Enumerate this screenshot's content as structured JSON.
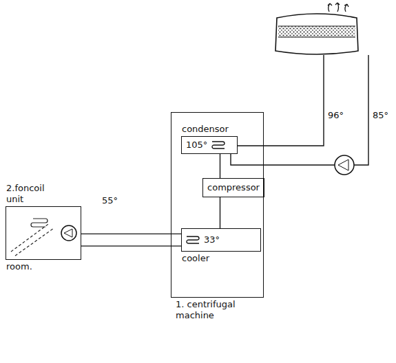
{
  "diagram": {
    "nodes": [
      {
        "text": [
          "1. centrifugal machine"
        ]
      },
      {
        "text": [
          "condensor",
          "105°"
        ],
        "in": 0
      },
      {
        "text": [
          "compressor"
        ],
        "in": 0
      },
      {
        "text": [
          "33°",
          "cooler"
        ],
        "in": 0
      },
      {
        "text": [
          "2.foncoil unit",
          "room."
        ]
      }
    ],
    "edges": [
      {
        "from": 1,
        "to": 2,
        "arrow": "none"
      },
      {
        "from": 2,
        "to": 3,
        "arrow": "none"
      },
      {
        "from": 3,
        "to": 4,
        "arrow": "none"
      },
      {
        "from": 3,
        "to": 4,
        "arrow": "none"
      }
    ],
    "labels": [
      "96°",
      "85°",
      "55°"
    ]
  }
}
